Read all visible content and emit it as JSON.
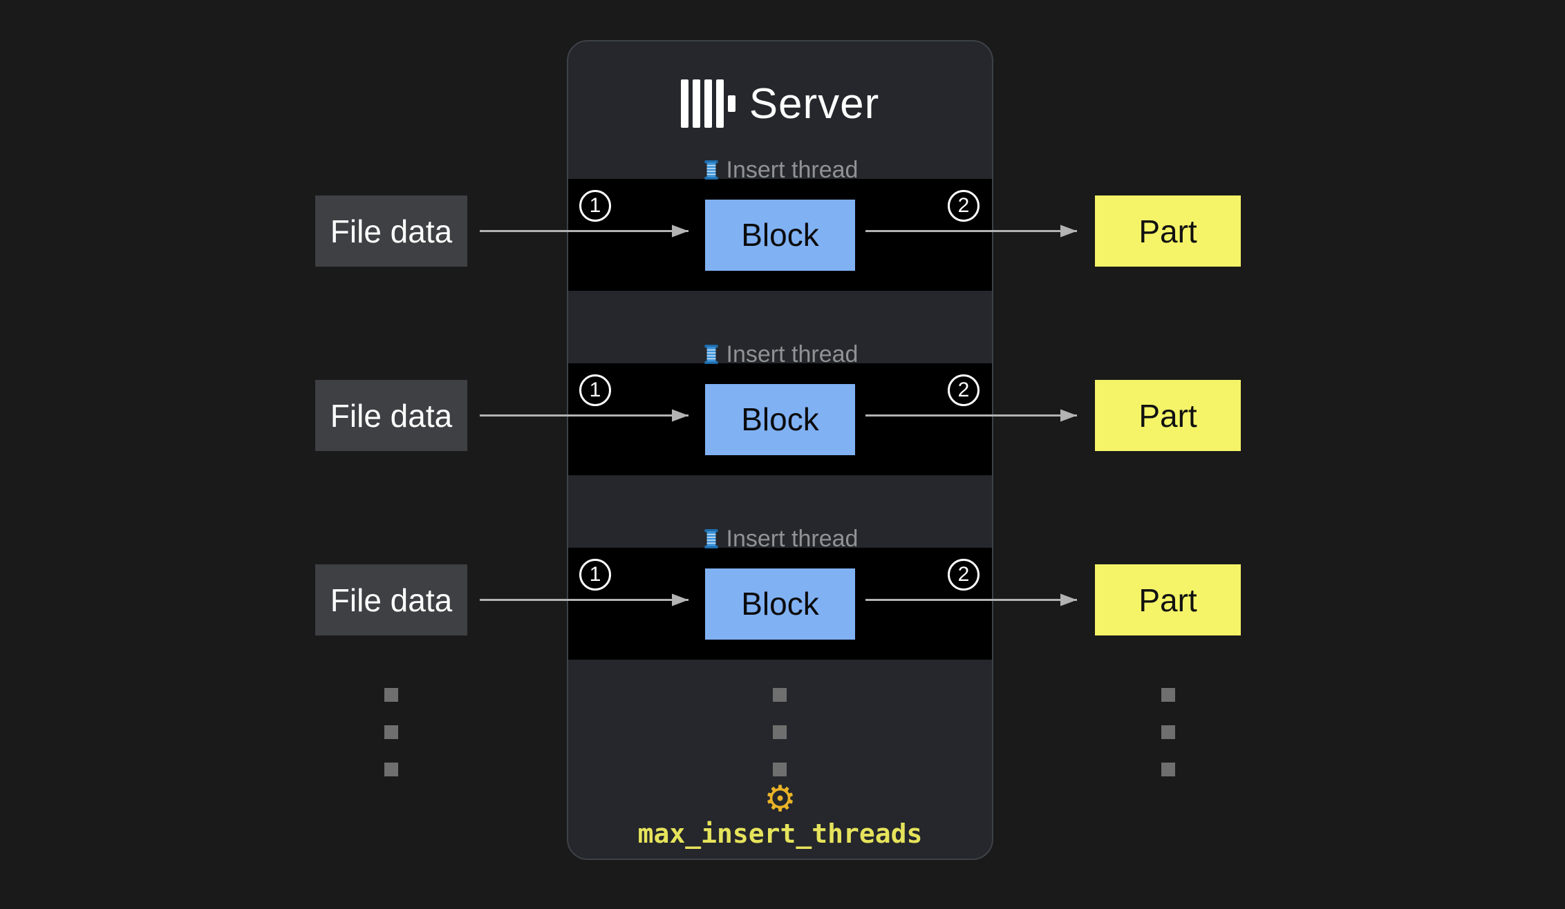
{
  "server": {
    "title": "Server",
    "setting": "max_insert_threads"
  },
  "rows": [
    {
      "file": "File data",
      "thread_label": "Insert thread",
      "step_in": "1",
      "step_out": "2",
      "block": "Block",
      "part": "Part"
    },
    {
      "file": "File data",
      "thread_label": "Insert thread",
      "step_in": "1",
      "step_out": "2",
      "block": "Block",
      "part": "Part"
    },
    {
      "file": "File data",
      "thread_label": "Insert thread",
      "step_in": "1",
      "step_out": "2",
      "block": "Block",
      "part": "Part"
    }
  ],
  "icons": {
    "logo": "clickhouse-bars-logo",
    "thread": "thread-spool",
    "gear_glyph": "⚙",
    "ellipsis": "vertical-ellipsis"
  },
  "colors": {
    "background": "#1a1a1a",
    "server_bg": "#25272c",
    "server_border": "#3d4148",
    "lane_bg": "#000000",
    "block_fill": "#80b1f3",
    "part_fill": "#f5f469",
    "file_fill": "#3e4043",
    "setting_text": "#e6e35c",
    "gear": "#eab327",
    "arrow": "#b3b3b3",
    "label_gray": "#909295",
    "dot_gray": "#6f6f6f"
  }
}
